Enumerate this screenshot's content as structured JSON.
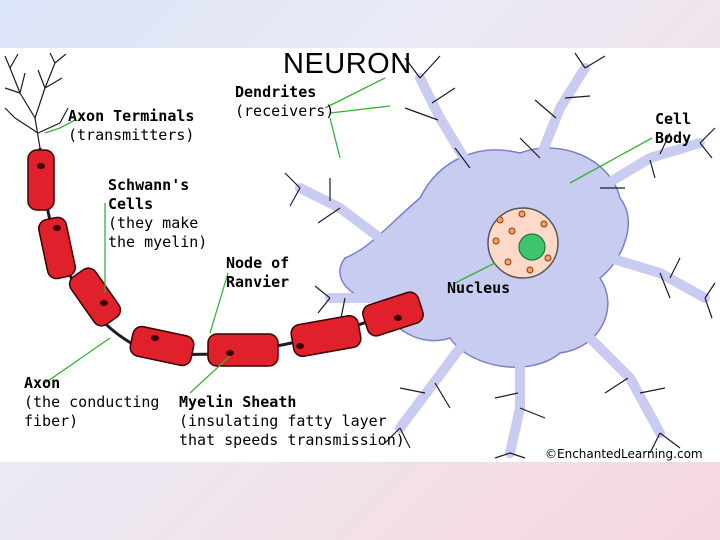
{
  "title": "NEURON",
  "labels": {
    "axon_terminals": {
      "name": "Axon Terminals",
      "sub": "(transmitters)"
    },
    "dendrites": {
      "name": "Dendrites",
      "sub": "(receivers)"
    },
    "cell_body": {
      "line1": "Cell",
      "line2": "Body"
    },
    "schwann": {
      "line1": "Schwann's",
      "line2": "Cells",
      "line3": "(they make",
      "line4": "the myelin)"
    },
    "node": {
      "line1": "Node of",
      "line2": "Ranvier"
    },
    "nucleus": {
      "name": "Nucleus"
    },
    "axon": {
      "name": "Axon",
      "line2": "(the conducting",
      "line3": "fiber)"
    },
    "myelin": {
      "name": "Myelin Sheath",
      "line2": "(insulating fatty layer",
      "line3": "that speeds transmission)"
    }
  },
  "credit": "©EnchantedLearning.com",
  "colors": {
    "myelin": "#e0202a",
    "cell_body": "#c9ccf1",
    "nucleus": "#ffd9c8",
    "nucleolus": "#3ec46a",
    "pointer_line": "#33b533",
    "dendrite": "#1b1b2e"
  }
}
